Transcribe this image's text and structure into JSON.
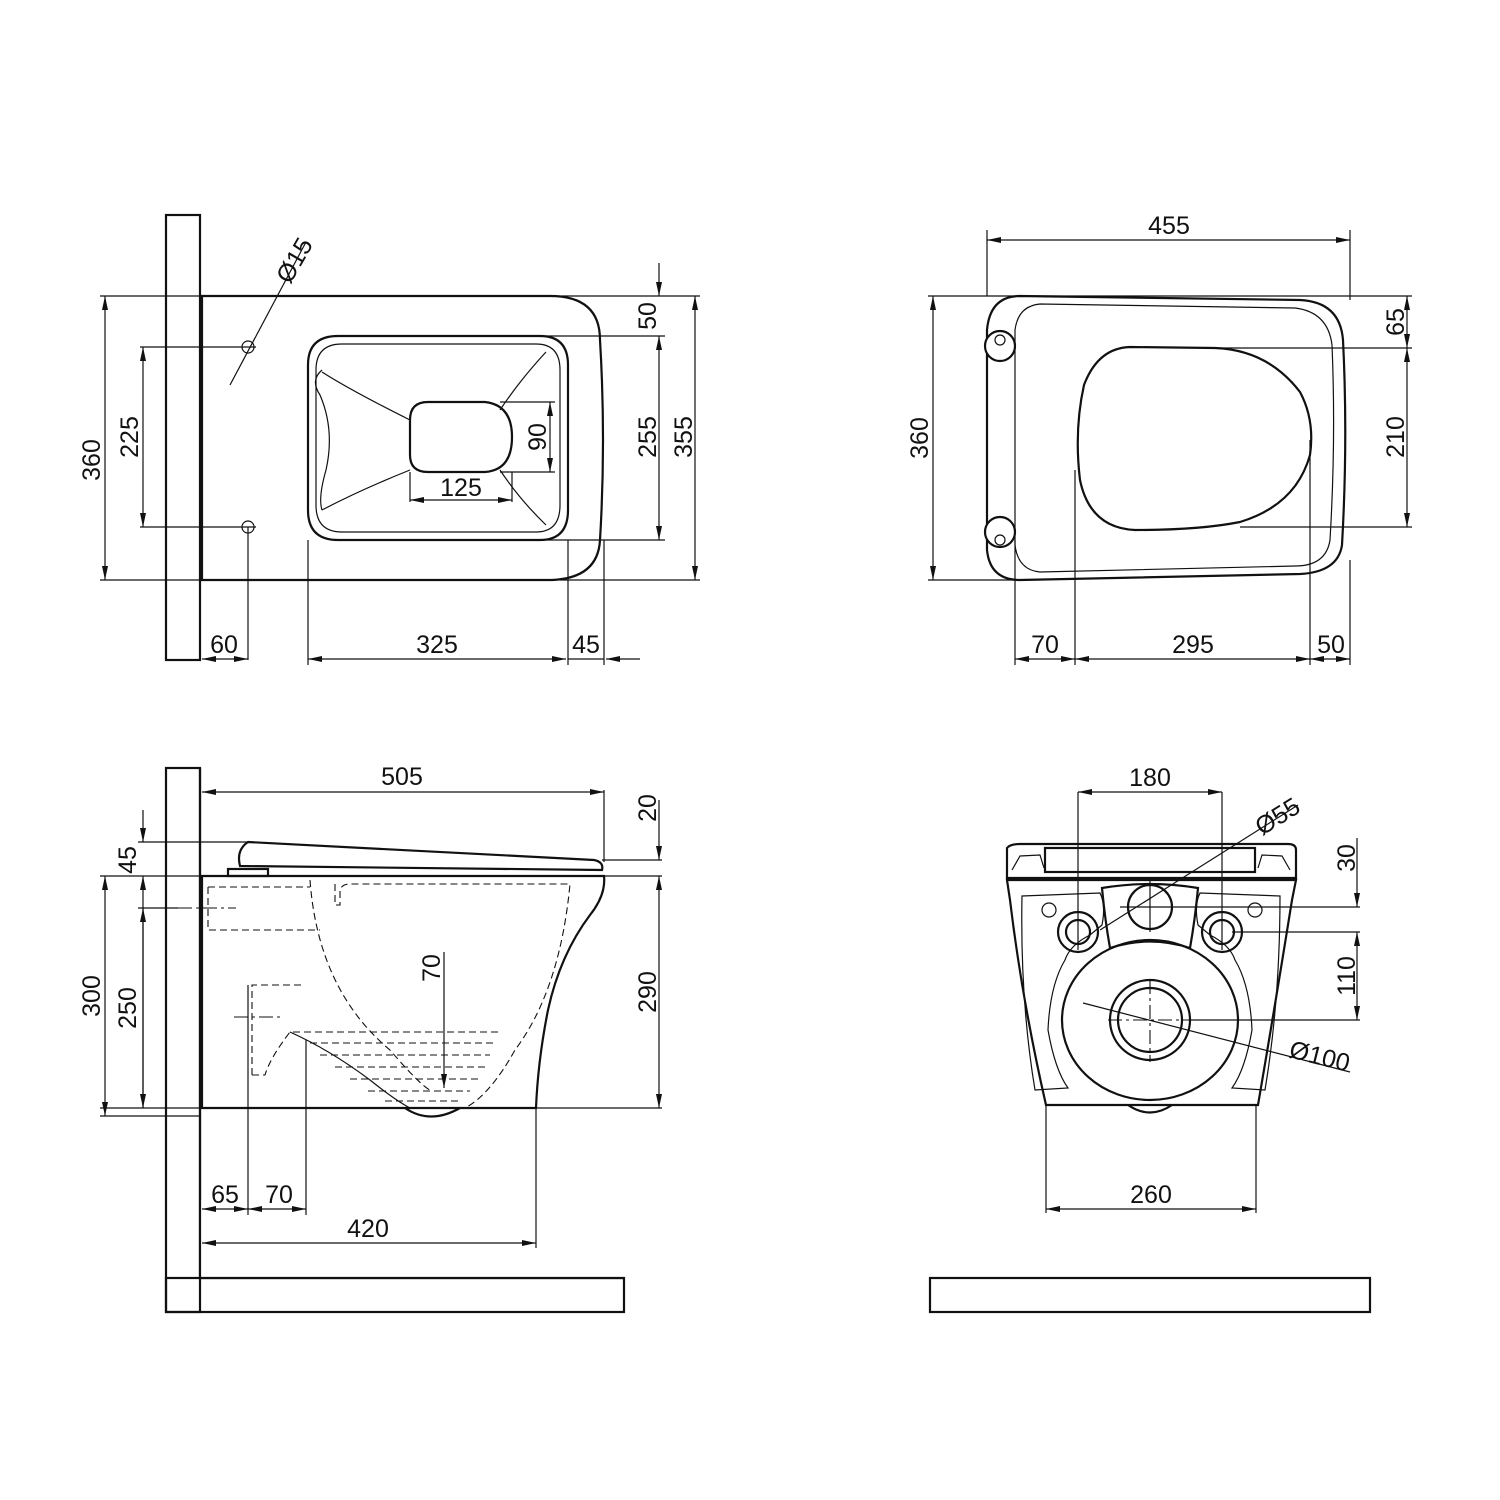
{
  "drawing": {
    "subject": "Wall-hung toilet technical drawing",
    "units": "mm",
    "line_color": "#111111",
    "background": "#ffffff"
  },
  "views": {
    "top_bowl": {
      "name": "Top view (bowl, seat removed)",
      "dims": {
        "mount_hole_diameter": "Ø15",
        "overall_depth": "360",
        "mount_hole_spacing": "225",
        "rim_to_bowl": "50",
        "bowl_opening_depth": "255",
        "bowl_outer_depth": "355",
        "outlet_width": "90",
        "outlet_length": "125",
        "hole_from_wall": "60",
        "bowl_opening_length": "325",
        "front_rim": "45"
      }
    },
    "top_seat": {
      "name": "Top view (with seat)",
      "dims": {
        "overall_length": "455",
        "overall_depth": "360",
        "rear_margin": "65",
        "opening_width": "210",
        "hinge_to_opening": "70",
        "opening_length": "295",
        "front_margin": "50"
      }
    },
    "side": {
      "name": "Side view",
      "dims": {
        "overall_length": "505",
        "seat_height_front": "20",
        "seat_thickness": "45",
        "height_total": "300",
        "outlet_height": "250",
        "water_depth": "70",
        "bowl_height": "290",
        "inlet_offset": "65",
        "outlet_offset": "70",
        "footprint_length": "420"
      }
    },
    "rear": {
      "name": "Rear view",
      "dims": {
        "bolt_spacing": "180",
        "inlet_diameter": "Ø55",
        "inlet_offset": "30",
        "outlet_offset": "110",
        "outlet_diameter": "Ø100",
        "width": "260"
      }
    }
  }
}
